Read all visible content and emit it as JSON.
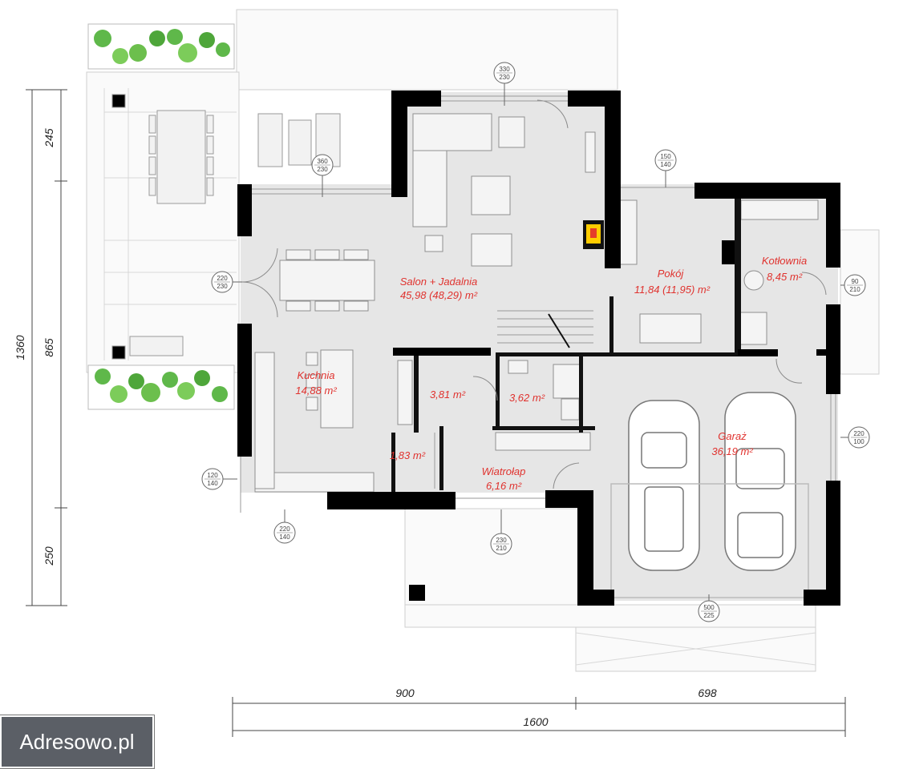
{
  "rooms": {
    "salon": {
      "name": "Salon + Jadalnia",
      "area": "45,98 (48,29) m²"
    },
    "pokoj": {
      "name": "Pokój",
      "area": "11,84 (11,95) m²"
    },
    "kotlownia": {
      "name": "Kotłownia",
      "area": "8,45 m²"
    },
    "kuchnia": {
      "name": "Kuchnia",
      "area": "14,88 m²"
    },
    "pantry": {
      "area": "3,81 m²"
    },
    "bath": {
      "area": "3,62 m²"
    },
    "closet": {
      "area": "1,83 m²"
    },
    "wiatrolap": {
      "name": "Wiatrołap",
      "area": "6,16 m²"
    },
    "garaz": {
      "name": "Garaż",
      "area": "36,19 m²"
    }
  },
  "openings": [
    {
      "w": "330",
      "h": "230"
    },
    {
      "w": "360",
      "h": "230"
    },
    {
      "w": "150",
      "h": "140"
    },
    {
      "w": "220",
      "h": "230"
    },
    {
      "w": "90",
      "h": "210"
    },
    {
      "w": "220",
      "h": "100"
    },
    {
      "w": "120",
      "h": "140"
    },
    {
      "w": "220",
      "h": "140"
    },
    {
      "w": "230",
      "h": "210"
    },
    {
      "w": "500",
      "h": "225"
    }
  ],
  "dimensions": {
    "vertical_total": "1360",
    "vertical_top": "245",
    "vertical_middle": "865",
    "vertical_bottom": "250",
    "horizontal_left": "900",
    "horizontal_right": "698",
    "horizontal_total": "1600"
  },
  "watermark": {
    "text": "Adresowo.pl"
  },
  "colors": {
    "wall": "#000000",
    "floor": "#e6e6e6",
    "terrace": "#fafafa",
    "label": "#e0322e",
    "plant": "#4caf3a"
  }
}
